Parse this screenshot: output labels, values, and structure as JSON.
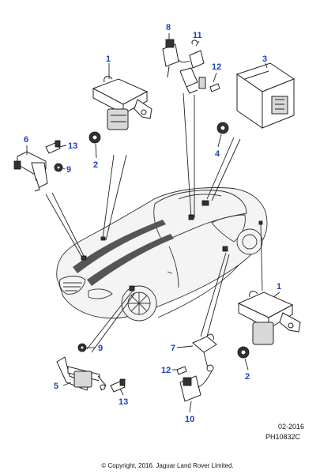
{
  "callouts": {
    "c1_top": "1",
    "c2_top": "2",
    "c3": "3",
    "c4": "4",
    "c6": "6",
    "c13_top": "13",
    "c9_top": "9",
    "c8": "8",
    "c11": "11",
    "c12_top": "12",
    "c1_right": "1",
    "c2_right": "2",
    "c7": "7",
    "c12_bottom": "12",
    "c10": "10",
    "c9_bottom": "9",
    "c5": "5",
    "c13_bottom": "13"
  },
  "footer": {
    "date_code": "02-2016",
    "ref_code": "PH10832C",
    "copyright": "© Copyright, 2016. Jaguar Land Rover Limited."
  },
  "colors": {
    "callout": "#1f3fbf",
    "line": "#222222"
  }
}
